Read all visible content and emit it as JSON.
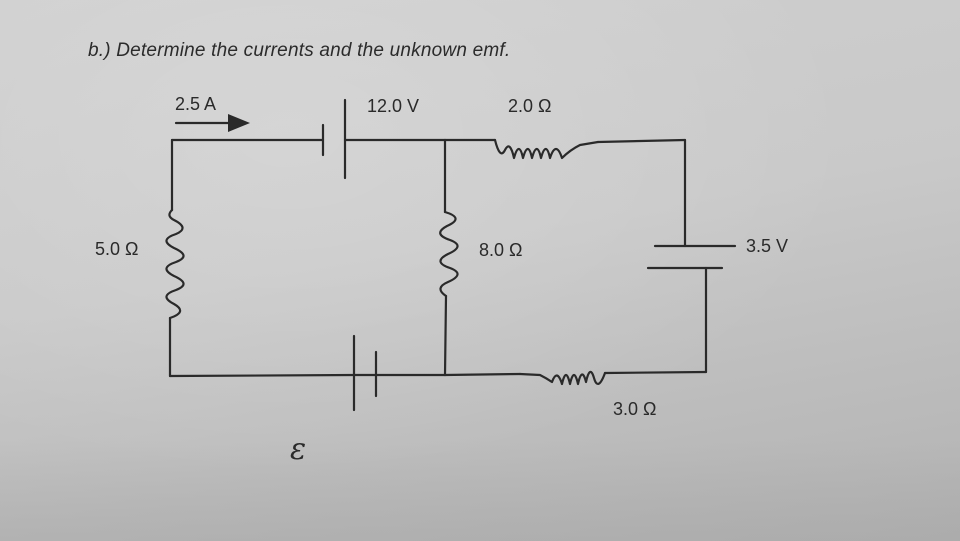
{
  "problem": {
    "title": "b.) Determine the currents and the unknown emf."
  },
  "components": {
    "current_label": "2.5 A",
    "battery_top_label": "12.0 V",
    "resistor_top_label": "2.0 Ω",
    "resistor_left_label": "5.0 Ω",
    "resistor_middle_label": "8.0 Ω",
    "battery_right_label": "3.5 V",
    "resistor_bottom_label": "3.0 Ω",
    "unknown_emf_label": "ε"
  },
  "colors": {
    "ink": "#2a2a2a",
    "paper": "#cbcbcb"
  }
}
